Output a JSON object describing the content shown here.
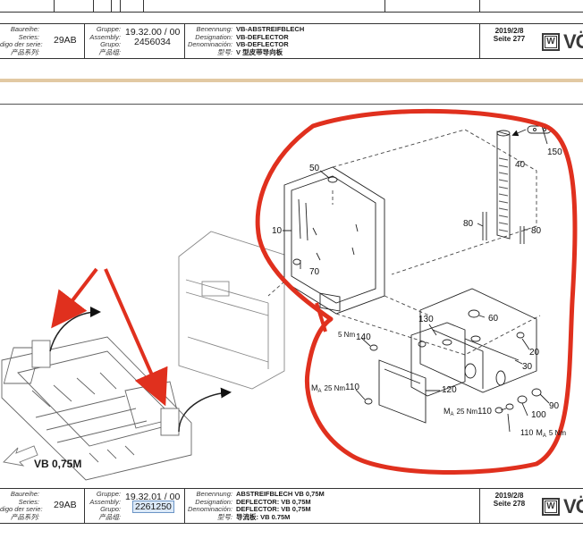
{
  "header_labels": {
    "series": [
      "Baureihe:",
      "Series:",
      "digo der serie:",
      "产品系列:"
    ],
    "group": [
      "Gruppe:",
      "Assembly:",
      "Grupo:",
      "产品组:"
    ],
    "name": [
      "Benennung:",
      "Designation:",
      "Denominación:",
      "型号:"
    ]
  },
  "sheet_top": {
    "series_code": "29AB",
    "group_number": "19.32.00 / 00",
    "part_number": "2456034",
    "names": [
      "VB-ABSTREIFBLECH",
      "VB-DEFLECTOR",
      "VB-DEFLECTOR",
      "V 型皮带导向板"
    ],
    "date": "2019/2/8",
    "page": "Seite 277"
  },
  "sheet_bottom": {
    "series_code": "29AB",
    "group_number": "19.32.01 / 00",
    "part_number": "2261250",
    "names": [
      "ABSTREIFBLECH VB 0,75M",
      "DEFLECTOR: VB 0,75M",
      "DEFLECTOR: VB 0,75M",
      "导流板: VB 0.75M"
    ],
    "date": "2019/2/8",
    "page": "Seite 278"
  },
  "logo": {
    "mark": "W",
    "text": "VÖ"
  },
  "drawing": {
    "caption": "VB 0,75M",
    "callouts": [
      "150",
      "40",
      "50",
      "10",
      "80",
      "80",
      "70",
      "130",
      "60",
      "140",
      "20",
      "30",
      "120",
      "110",
      "90",
      "100",
      "110"
    ],
    "torque_5nm": "5 Nm",
    "torque_25nm_a": "M",
    "torque_25nm_sub": "A",
    "torque_25nm_text": "25 Nm",
    "torque_5nm_b": "M",
    "torque_5nm_b_sub": "A",
    "torque_5nm_b_text": "5 Nm"
  },
  "colors": {
    "annotation_red": "#e0301e",
    "band": "#e2c9a3"
  }
}
